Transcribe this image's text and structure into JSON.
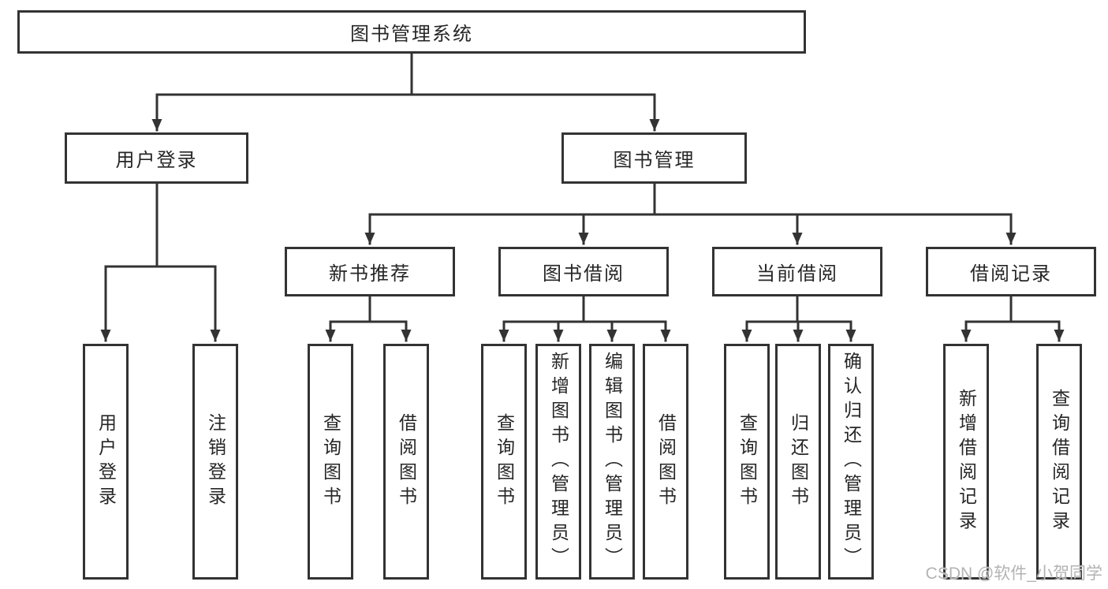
{
  "nodes": {
    "root": "图书管理系统",
    "user_login": "用户登录",
    "book_management": "图书管理",
    "new_book_recommend": "新书推荐",
    "book_borrowing": "图书借阅",
    "current_borrowing": "当前借阅",
    "borrowing_records": "借阅记录",
    "ul_user_login": "用户登录",
    "ul_logout": "注销登录",
    "nbr_query_books": "查询图书",
    "nbr_borrow_books": "借阅图书",
    "bb_query_books": "查询图书",
    "bb_add_book_admin": "新增图书（管理员）",
    "bb_edit_book_admin": "编辑图书（管理员）",
    "bb_borrow_books": "借阅图书",
    "cb_query_books": "查询图书",
    "cb_return_books": "归还图书",
    "cb_confirm_return_admin": "确认归还（管理员）",
    "br_add_record": "新增借阅记录",
    "br_query_record": "查询借阅记录"
  },
  "watermark": {
    "text": "CSDN @软件_小贺同学"
  },
  "colors": {
    "line": "#333333",
    "text": "#262626",
    "background": "#ffffff",
    "watermark": "#b3b3b3"
  }
}
